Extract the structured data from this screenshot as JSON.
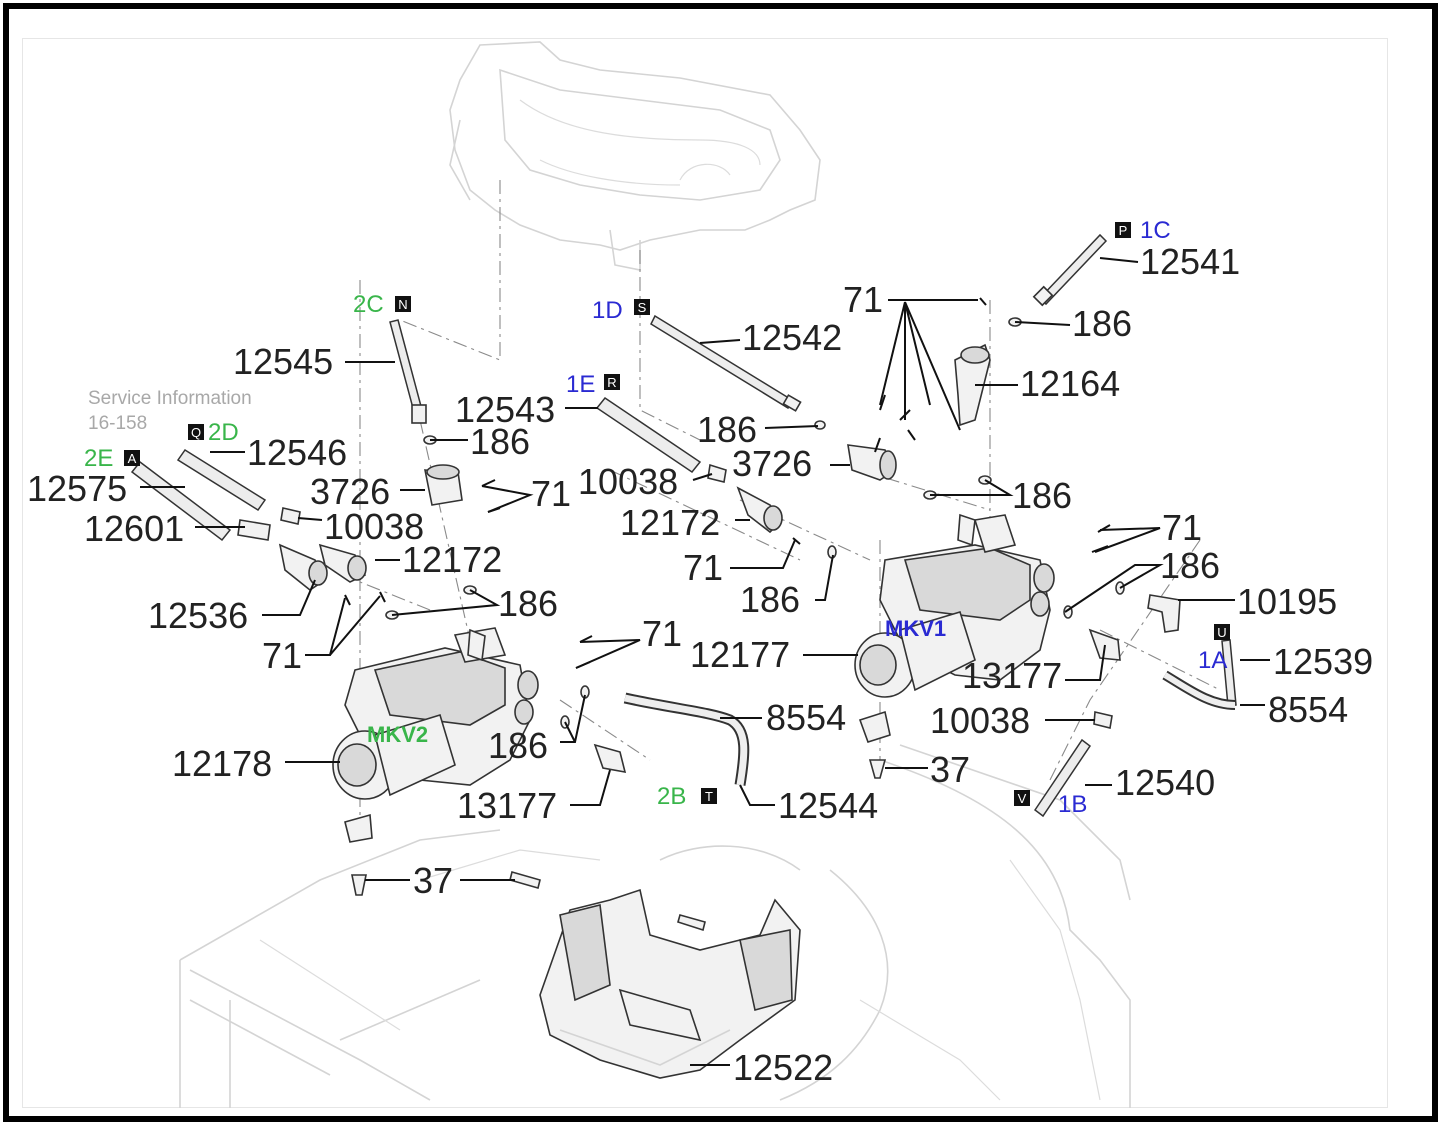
{
  "colors": {
    "blue_code": "#2a2ad2",
    "green_code": "#39b54a",
    "part_number": "#222222",
    "ghost_outline": "#d4d4d4",
    "frame": "#000000"
  },
  "service_info": {
    "line1": "Service Information",
    "line2": "16-158"
  },
  "modules": {
    "mkv1": "MKV1",
    "mkv2": "MKV2"
  },
  "connection_codes": {
    "c1C": "1C",
    "c1D": "1D",
    "c1E": "1E",
    "c1A": "1A",
    "c1B": "1B",
    "c2C": "2C",
    "c2D": "2D",
    "c2E": "2E",
    "c2B": "2B"
  },
  "connection_letters": {
    "P": "P",
    "S": "S",
    "R": "R",
    "N": "N",
    "Q": "Q",
    "A": "A",
    "U": "U",
    "T": "T",
    "V": "V"
  },
  "part_numbers": {
    "p12541": "12541",
    "p186_a": "186",
    "p71_top": "71",
    "p12542": "12542",
    "p12164": "12164",
    "p12545": "12545",
    "p12543": "12543",
    "p186_b": "186",
    "p186_c": "186",
    "p3726_r": "3726",
    "p12546": "12546",
    "p12575": "12575",
    "p3726_l": "3726",
    "p71_mid": "71",
    "p10038_m": "10038",
    "p186_d": "186",
    "p71_r": "71",
    "p12601": "12601",
    "p10038_l": "10038",
    "p12172_m": "12172",
    "p186_e": "186",
    "p12172_l": "12172",
    "p71_m2": "71",
    "p10195": "10195",
    "p12536": "12536",
    "p186_f": "186",
    "p186_g": "186",
    "p71_l": "71",
    "p71_c": "71",
    "p12177": "12177",
    "p12539": "12539",
    "p13177_r": "13177",
    "p8554_r": "8554",
    "p8554_m": "8554",
    "p10038_r": "10038",
    "p12178": "12178",
    "p186_h": "186",
    "p37_r": "37",
    "p13177_l": "13177",
    "p12544": "12544",
    "p12540": "12540",
    "p37_l": "37",
    "p12522": "12522"
  }
}
